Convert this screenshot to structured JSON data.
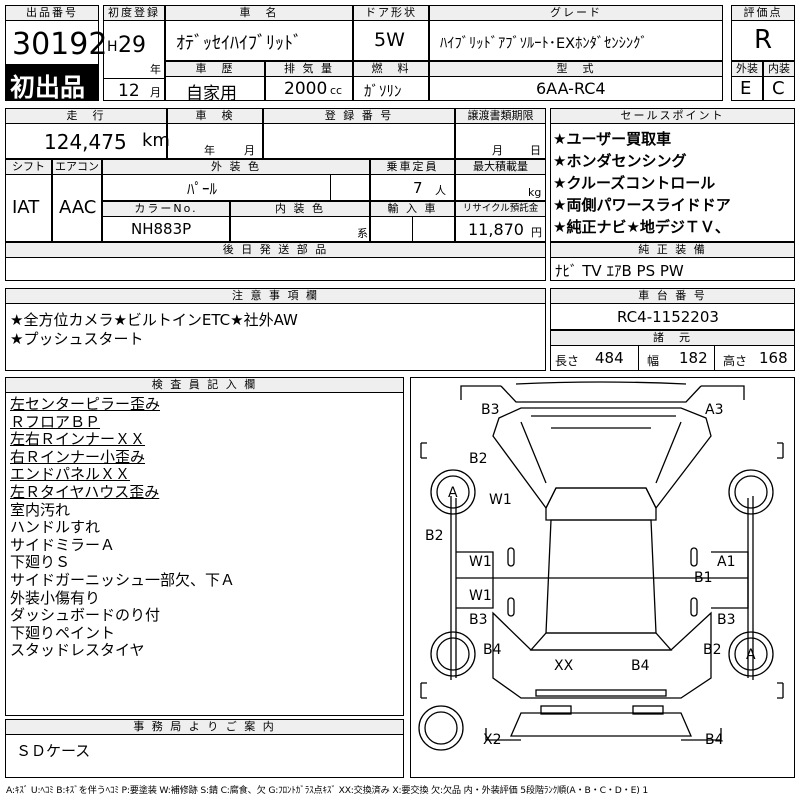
{
  "header": {
    "lot_label": "出品番号",
    "lot_number": "30192",
    "first_listing": "初出品",
    "first_reg_label": "初度登録",
    "era": "H",
    "year": "29",
    "year_unit": "年",
    "month": "12",
    "month_unit": "月",
    "name_label": "車　名",
    "car_name": "ｵﾃﾞｯｾｲﾊｲﾌﾞﾘｯﾄﾞ",
    "door_label": "ドア形状",
    "door": "5W",
    "grade_label": "グレード",
    "grade": "ﾊｲﾌﾞﾘｯﾄﾞｱﾌﾞｿﾙｰﾄ･EXﾎﾝﾀﾞｾﾝｼﾝｸﾞ",
    "score_label": "評価点",
    "score": "R",
    "history_label": "車　歴",
    "history": "自家用",
    "displacement_label": "排 気 量",
    "displacement": "2000",
    "cc": "cc",
    "fuel_label": "燃　料",
    "fuel": "ｶﾞｿﾘﾝ",
    "model_label": "型　式",
    "model": "6AA-RC4",
    "exterior_label": "外装",
    "exterior": "E",
    "interior_label": "内装",
    "interior": "C"
  },
  "row2": {
    "mileage_label": "走　行",
    "mileage": "124,475",
    "km": "km",
    "inspection_label": "車　検",
    "insp_year_unit": "年",
    "insp_month_unit": "月",
    "reg_label": "登 録 番 号",
    "docs_label": "譲渡書類期限",
    "docs_month_unit": "月",
    "docs_day_unit": "日",
    "shift_label": "シフト",
    "shift": "IAT",
    "ac_label": "エアコン",
    "ac": "AAC",
    "exterior_color_label": "外 装 色",
    "exterior_color": "ﾊﾟｰﾙ",
    "capacity_label": "乗車定員",
    "capacity": "7",
    "capacity_unit": "人",
    "load_label": "最大積載量",
    "load_unit": "kg",
    "color_no_label": "カラーNo.",
    "color_no": "NH883P",
    "interior_color_label": "内 装 色",
    "interior_unit": "系",
    "import_label": "輸 入 車",
    "recycle_label": "リサイクル預託金",
    "recycle": "11,870",
    "recycle_unit": "円",
    "later_parts_label": "後 日 発 送 部 品"
  },
  "sales_points": {
    "label": "セールスポイント",
    "items": [
      "★ユーザー買取車",
      "★ホンダセンシング",
      "★クルーズコントロール",
      "★両側パワースライドドア",
      "★純正ナビ★地デジＴＶ、"
    ]
  },
  "genuine": {
    "label": "純 正 装 備",
    "value": "ﾅﾋﾞ TV ｴｱB PS PW"
  },
  "caution": {
    "label": "注 意 事 項 欄",
    "lines": [
      "★全方位カメラ★ビルトインETC★社外AW",
      "★プッシュスタート"
    ]
  },
  "chassis": {
    "label": "車 台 番 号",
    "value": "RC4-1152203",
    "dims_label": "諸　元",
    "length_label": "長さ",
    "length": "484",
    "width_label": "幅",
    "width": "182",
    "height_label": "高さ",
    "height": "168"
  },
  "inspector": {
    "label": "検 査 員 記 入 欄",
    "lines": [
      {
        "text": "左センターピラー歪み",
        "underline": true
      },
      {
        "text": "ＲフロアＢＰ",
        "underline": true
      },
      {
        "text": "左右ＲインナーＸＸ",
        "underline": true
      },
      {
        "text": "右Ｒインナー小歪み",
        "underline": true
      },
      {
        "text": "エンドパネルＸＸ",
        "underline": true
      },
      {
        "text": "左Ｒタイヤハウス歪み",
        "underline": true
      },
      {
        "text": "室内汚れ",
        "underline": false
      },
      {
        "text": "ハンドルすれ",
        "underline": false
      },
      {
        "text": "サイドミラーＡ",
        "underline": false
      },
      {
        "text": "下廻りＳ",
        "underline": false
      },
      {
        "text": "サイドガーニッシュ一部欠、下Ａ",
        "underline": false
      },
      {
        "text": "外装小傷有り",
        "underline": false
      },
      {
        "text": "ダッシュボードのり付",
        "underline": false
      },
      {
        "text": "下廻りペイント",
        "underline": false
      },
      {
        "text": "スタッドレスタイヤ",
        "underline": false
      }
    ]
  },
  "office": {
    "label": "事 務 局 よ り ご 案 内",
    "value": "ＳＤケース"
  },
  "diagram_marks": [
    {
      "id": "m-b3-top",
      "text": "B3"
    },
    {
      "id": "m-a3-top",
      "text": "A3"
    },
    {
      "id": "m-b2-left",
      "text": "B2"
    },
    {
      "id": "m-a-tire-fl",
      "text": "A"
    },
    {
      "id": "m-w1-front",
      "text": "W1"
    },
    {
      "id": "m-b2-side",
      "text": "B2"
    },
    {
      "id": "m-w1-mid",
      "text": "W1"
    },
    {
      "id": "m-a1-right",
      "text": "A1"
    },
    {
      "id": "m-b1-right",
      "text": "B1"
    },
    {
      "id": "m-w1-lower",
      "text": "W1"
    },
    {
      "id": "m-b3-left",
      "text": "B3"
    },
    {
      "id": "m-b3-right",
      "text": "B3"
    },
    {
      "id": "m-b4-left",
      "text": "B4"
    },
    {
      "id": "m-b2-rr",
      "text": "B2"
    },
    {
      "id": "m-a-tire-rr",
      "text": "A"
    },
    {
      "id": "m-xx-rear",
      "text": "XX"
    },
    {
      "id": "m-b4-rear",
      "text": "B4"
    },
    {
      "id": "m-x2-bottom",
      "text": "X2"
    },
    {
      "id": "m-b4-bottom",
      "text": "B4"
    }
  ],
  "legend": "A:ｷｽﾞ U:ﾍｺﾐ B:ｷｽﾞを伴うﾍｺﾐ P:要塗装 W:補修跡 S:錆 C:腐食、欠 G:ﾌﾛﾝﾄｶﾞﾗｽ点ｷｽﾞ XX:交換済み X:要交換 欠:欠品 内・外装評価 5段階ﾗﾝｸ順(A・B・C・D・E) 1",
  "colors": {
    "label_bg": "#efefef",
    "first_bg": "#000000",
    "first_fg": "#ffffff"
  }
}
